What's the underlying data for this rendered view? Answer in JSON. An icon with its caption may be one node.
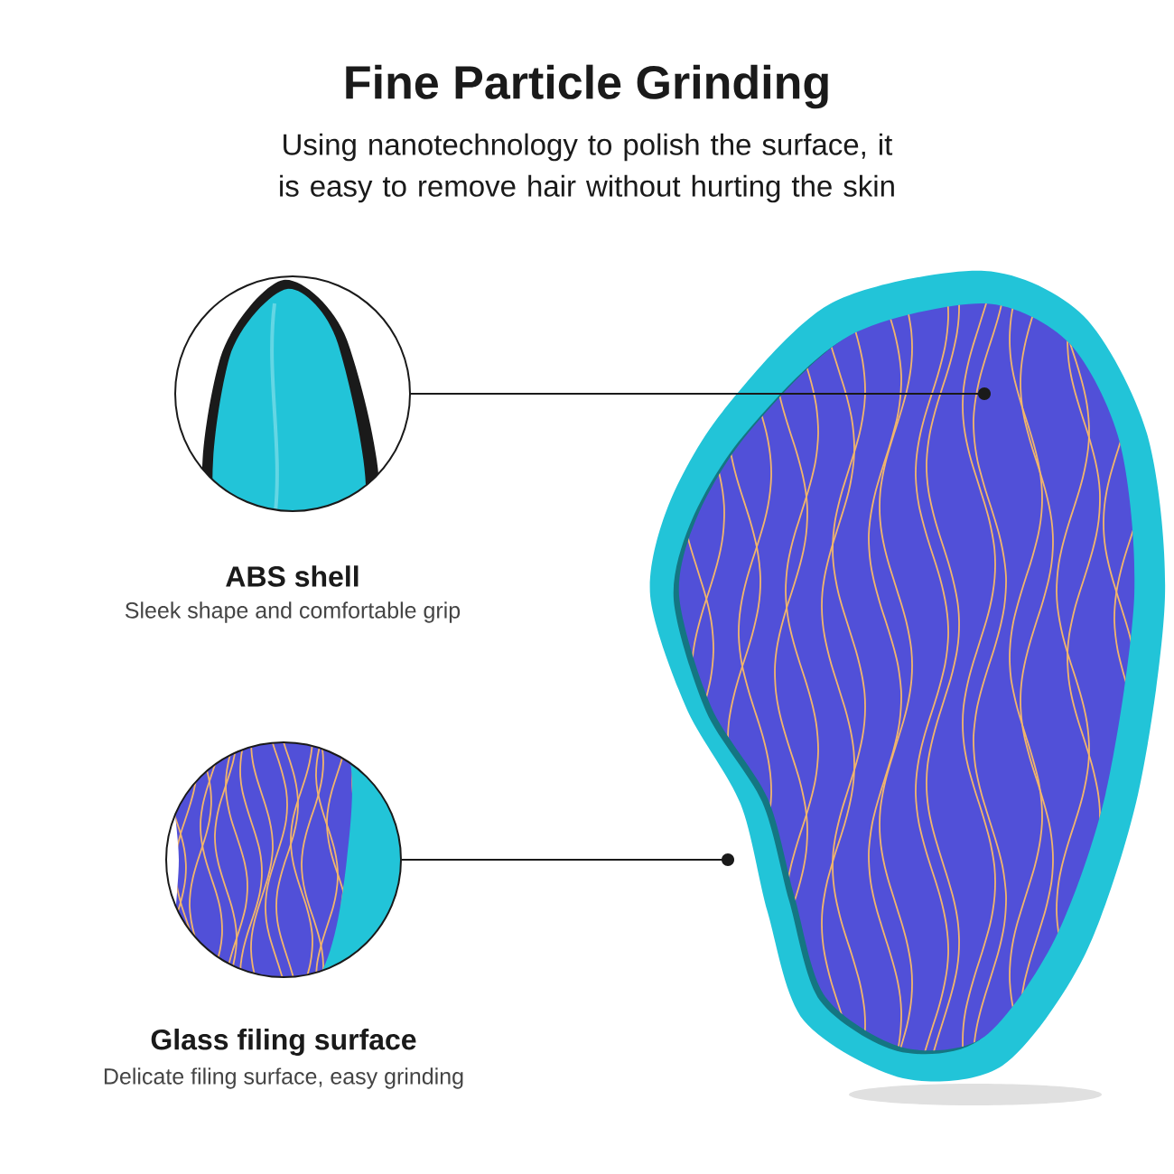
{
  "diagram": {
    "title": "Fine Particle Grinding",
    "nodes": [
      {
        "text": [
          "ABS shell",
          "Sleek shape and comfortable grip"
        ]
      },
      {
        "text": [
          "Glass filing surface",
          "Delicate filing surface, easy grinding"
        ]
      }
    ],
    "edges": [
      {
        "from": 0,
        "to": null,
        "arrow": "other"
      },
      {
        "from": 1,
        "to": null,
        "arrow": "other"
      }
    ],
    "labels": [
      "Using nanotechnology to polish the surface, it is easy to remove hair without hurting the skin"
    ]
  }
}
